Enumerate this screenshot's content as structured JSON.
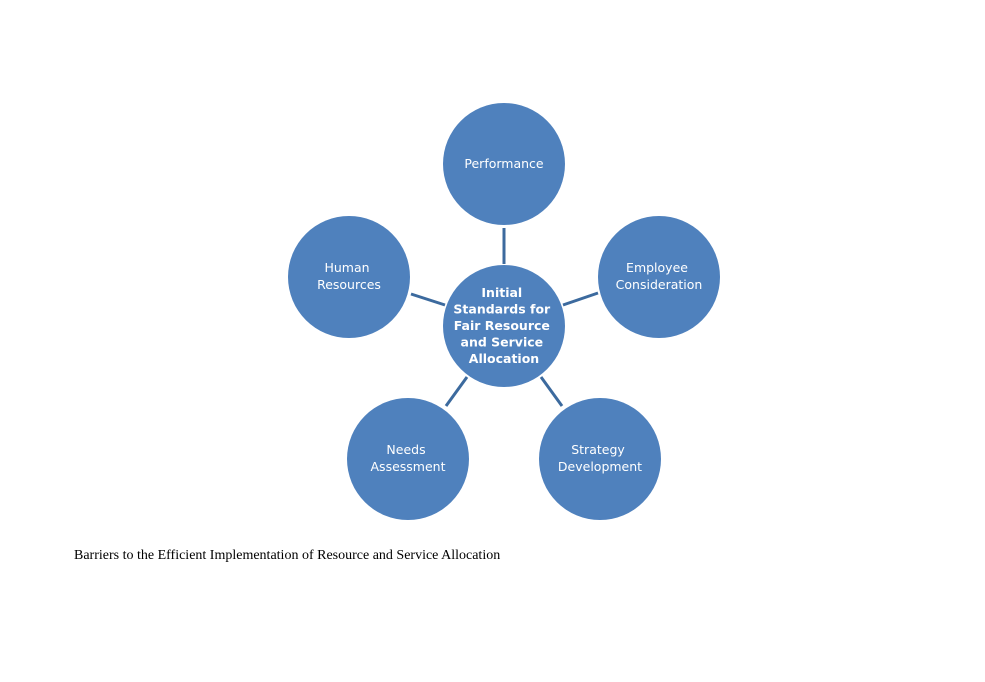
{
  "diagram": {
    "center": {
      "lines": [
        "Initial",
        "Standards for",
        "Fair Resource",
        "and Service",
        "Allocation"
      ]
    },
    "nodes": [
      {
        "id": "performance",
        "lines": [
          "Performance"
        ]
      },
      {
        "id": "employee-consideration",
        "lines": [
          "Employee",
          "Consideration"
        ]
      },
      {
        "id": "strategy-development",
        "lines": [
          "Strategy",
          "Development"
        ]
      },
      {
        "id": "needs-assessment",
        "lines": [
          "Needs",
          "Assessment"
        ]
      },
      {
        "id": "human-resources",
        "lines": [
          "Human",
          "Resources"
        ]
      }
    ]
  },
  "caption": "Barriers to the Efficient Implementation of Resource and Service Allocation",
  "colors": {
    "circle_fill": "#4F81BD",
    "connector": "#3C6A9E"
  }
}
